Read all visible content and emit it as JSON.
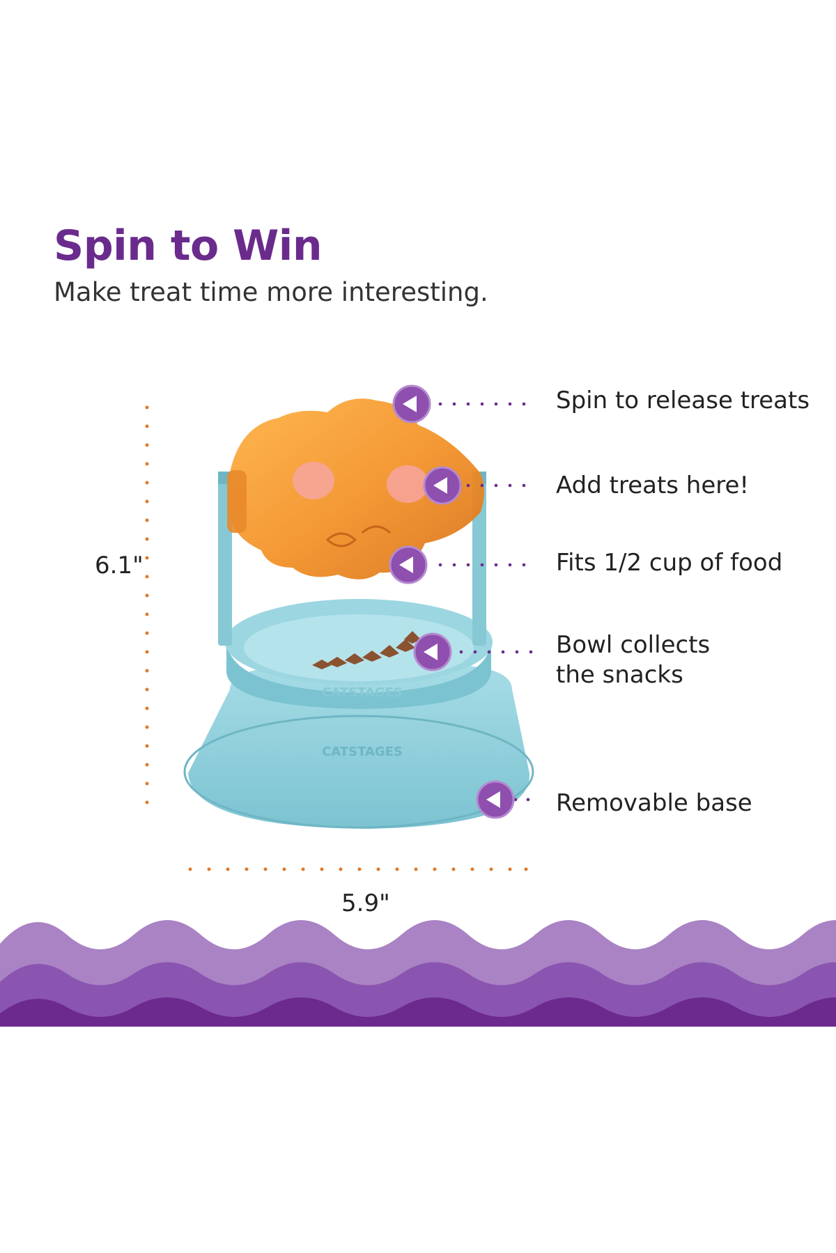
{
  "header": {
    "title": "Spin to Win",
    "subtitle": "Make treat time more interesting."
  },
  "callouts": [
    {
      "label": "Spin to release treats"
    },
    {
      "label": "Add treats here!"
    },
    {
      "label": "Fits 1/2 cup of food"
    },
    {
      "label": "Bowl collects\nthe snacks"
    },
    {
      "label": "Removable base"
    }
  ],
  "dimensions": {
    "height": "6.1\"",
    "width": "5.9\""
  },
  "product": {
    "brand_marks": [
      "CATSTAGES",
      "CATSTAGES"
    ]
  },
  "colors": {
    "title": "#6a2b8c",
    "marker": "#8e4fae",
    "dim_dots": "#e07a2a",
    "toy": "#f29a2e",
    "bowl": "#8fd0dc",
    "wave_light": "#a983c3",
    "wave_mid": "#8a55b0",
    "wave_dark": "#6c2a8e"
  }
}
